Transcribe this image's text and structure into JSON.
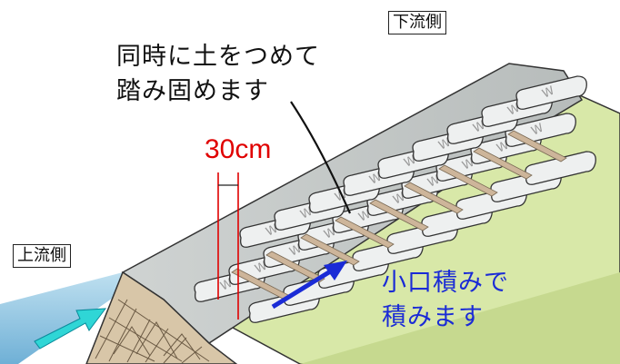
{
  "labels": {
    "downstream": "下流側",
    "upstream": "上流側",
    "instruction_line1": "同時に土をつめて",
    "instruction_line2": "踏み固めます",
    "dimension": "30cm",
    "method_line1": "小口積みで",
    "method_line2": "積みます"
  },
  "bag_mark": "W",
  "colors": {
    "embankment_slope": "#d8e8a8",
    "crest": "#c2c7c5",
    "water": "#8cc4e0",
    "sandbag": "#eef0f0",
    "tie_band": "#cdb59a",
    "dimension_red": "#e00000",
    "stack_arrow": "#1a2bd6",
    "flow_arrow": "#2fd6d6"
  }
}
